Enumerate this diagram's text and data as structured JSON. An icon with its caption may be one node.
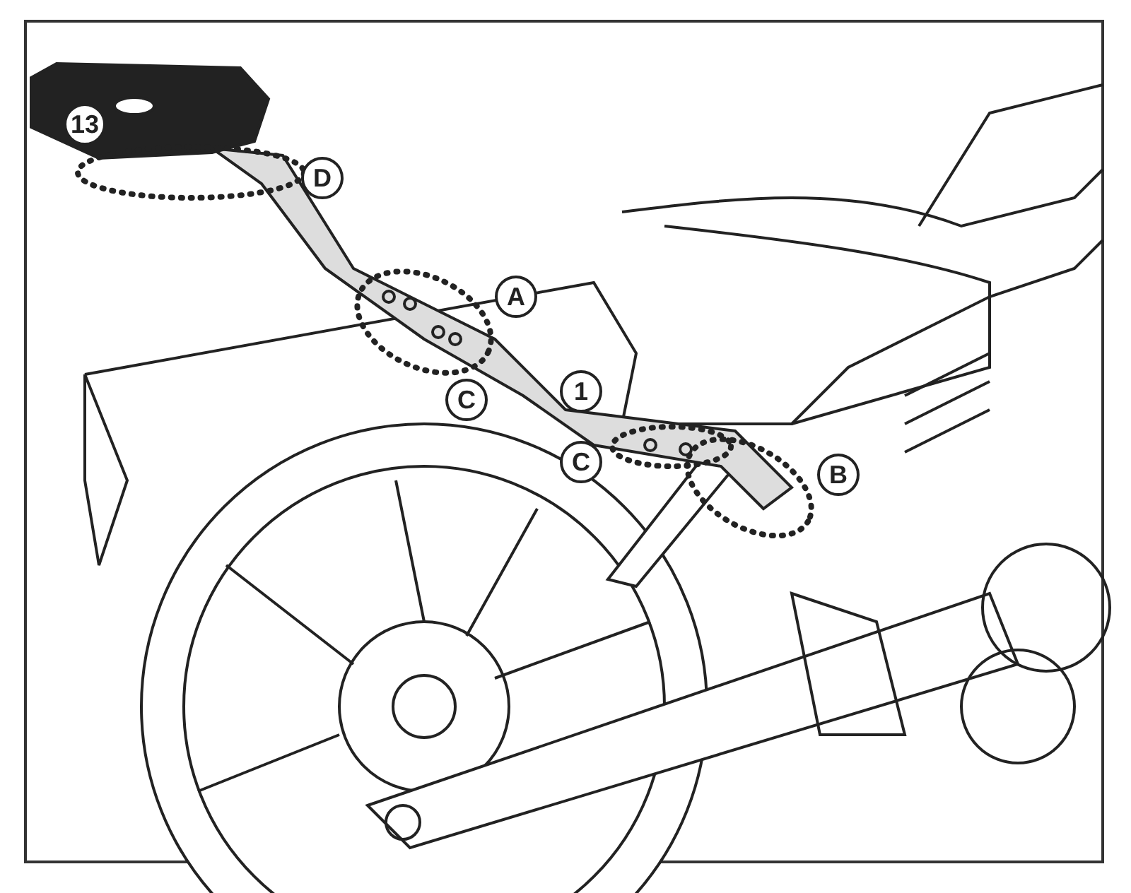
{
  "diagram": {
    "labels": [
      "13",
      "D",
      "A",
      "C",
      "1",
      "C",
      "B"
    ]
  }
}
